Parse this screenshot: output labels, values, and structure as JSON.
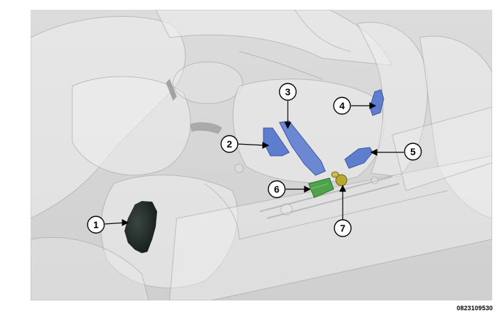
{
  "figure": {
    "image_id": "0823109530",
    "callouts": [
      {
        "label": "1",
        "component": "black-module"
      },
      {
        "label": "2",
        "component": "blue-sensor-left-front"
      },
      {
        "label": "3",
        "component": "blue-sensor-left-rear"
      },
      {
        "label": "4",
        "component": "blue-sensor-seatback"
      },
      {
        "label": "5",
        "component": "blue-sensor-right"
      },
      {
        "label": "6",
        "component": "green-module"
      },
      {
        "label": "7",
        "component": "yellow-connector"
      }
    ],
    "colors": {
      "background": "#d5d5d5",
      "ghost_structure": "#eeeeee",
      "black_module": "#1e2825",
      "blue_sensor": "#5f7dcf",
      "green_module": "#4fa34a",
      "yellow_connector": "#b9a833",
      "callout_fill": "#ffffff",
      "callout_stroke": "#000000"
    }
  }
}
